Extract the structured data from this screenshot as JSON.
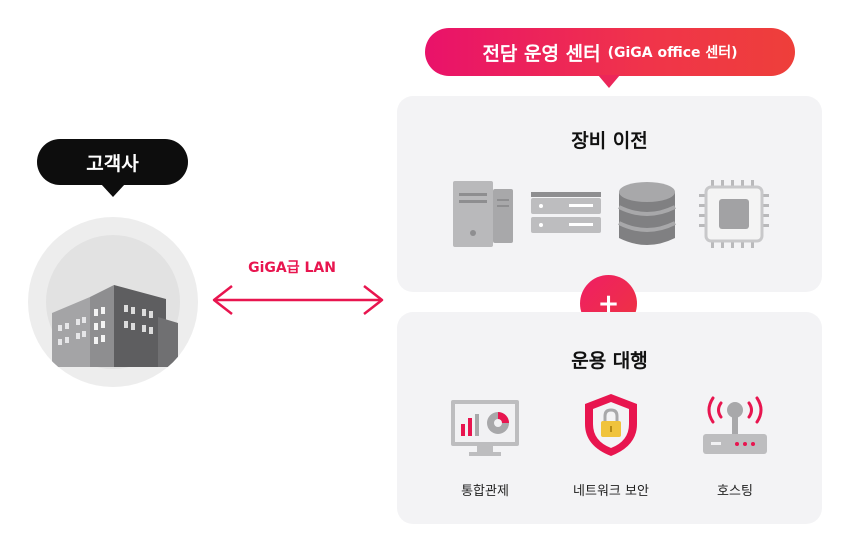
{
  "customer": {
    "label": "고객사"
  },
  "link": {
    "label": "GiGA급 LAN"
  },
  "center": {
    "title": "전담 운영 센터",
    "subtitle": "(GiGA office 센터)"
  },
  "equipment": {
    "title": "장비 이전",
    "icons": [
      "server-tower-icon",
      "rack-server-icon",
      "database-icon",
      "cpu-chip-icon"
    ]
  },
  "connector": {
    "symbol": "+"
  },
  "operations": {
    "title": "운용 대행",
    "items": [
      {
        "label": "통합관제",
        "icon": "monitoring-dashboard-icon"
      },
      {
        "label": "네트워크 보안",
        "icon": "security-shield-lock-icon"
      },
      {
        "label": "호스팅",
        "icon": "wireless-router-icon"
      }
    ]
  },
  "colors": {
    "accent": "#e8154f",
    "dark": "#0d0d0d",
    "panel": "#f3f3f5",
    "grey": "#b8b8b8"
  }
}
